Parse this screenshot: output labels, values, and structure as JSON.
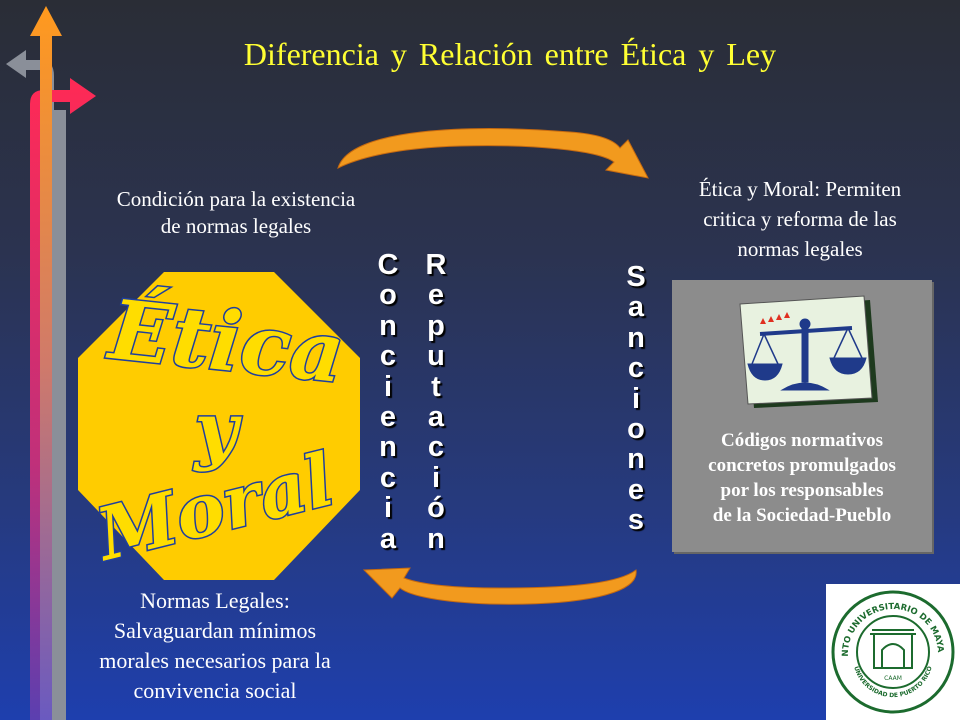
{
  "title": "Diferencia  y Relación  entre Ética y Ley",
  "octagon": {
    "line1": "Ética",
    "line2": "y",
    "line3": "Moral",
    "fill": "#ffcc00",
    "text_fill": "#ffdd00",
    "outline": "#1f3f9e"
  },
  "label_condicion": [
    "Condición para la existencia",
    "de normas legales"
  ],
  "label_etica": [
    "Ética y Moral: Permiten",
    "critica y reforma de las",
    "normas legales"
  ],
  "label_normas": [
    "Normas Legales:",
    "Salvaguardan mínimos",
    "morales necesarios para la",
    "convivencia social"
  ],
  "conciencia": [
    "C",
    "o",
    "n",
    "c",
    "i",
    "e",
    "n",
    "c",
    "i",
    "a"
  ],
  "reputacion": [
    "R",
    "e",
    "p",
    "u",
    "t",
    "a",
    "c",
    "i",
    "ó",
    "n"
  ],
  "sanciones": [
    "S",
    "a",
    "n",
    "c",
    "i",
    "o",
    "n",
    "e",
    "s"
  ],
  "codigos": [
    "Códigos normativos",
    "concretos promulgados",
    "por los responsables",
    "de la Sociedad-Pueblo"
  ],
  "seal": {
    "text_top": "RECINTO UNIVERSITARIO DE MAYAGÜEZ",
    "text_bottom": "UNIVERSIDAD DE PUERTO RICO",
    "text_small": "CAAM",
    "color": "#1c6b2e"
  },
  "colors": {
    "title": "#ffff33",
    "arrow": "#f29a1e",
    "bar_red": "#ff2a55",
    "bar_orange": "#ff9a1e",
    "bar_purple": "#5b3fb0"
  }
}
